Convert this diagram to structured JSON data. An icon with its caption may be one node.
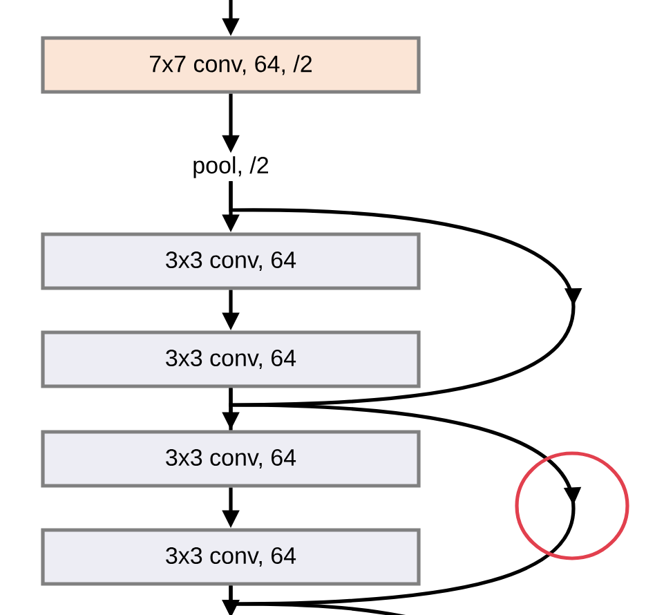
{
  "diagram": {
    "nodes": [
      {
        "text": [
          "7x7 conv, 64, /2"
        ]
      },
      {
        "text": [
          "pool, /2"
        ]
      },
      {
        "text": [
          "3x3 conv, 64"
        ]
      },
      {
        "text": [
          "3x3 conv, 64"
        ]
      },
      {
        "text": [
          "3x3 conv, 64"
        ]
      },
      {
        "text": [
          "3x3 conv, 64"
        ]
      }
    ],
    "edges": [
      {
        "from": null,
        "to": 0,
        "arrow": "to"
      },
      {
        "from": 0,
        "to": 1,
        "arrow": "to"
      },
      {
        "from": 1,
        "to": 2,
        "arrow": "to"
      },
      {
        "from": 2,
        "to": 3,
        "arrow": "to"
      },
      {
        "from": 3,
        "to": 4,
        "arrow": "to"
      },
      {
        "from": 4,
        "to": 5,
        "arrow": "to"
      },
      {
        "from": 1,
        "to": 4,
        "arrow": "to"
      },
      {
        "from": 3,
        "to": null,
        "arrow": "to"
      },
      {
        "from": 5,
        "to": null,
        "arrow": "to"
      },
      {
        "from": 5,
        "to": null,
        "arrow": "none"
      }
    ]
  }
}
